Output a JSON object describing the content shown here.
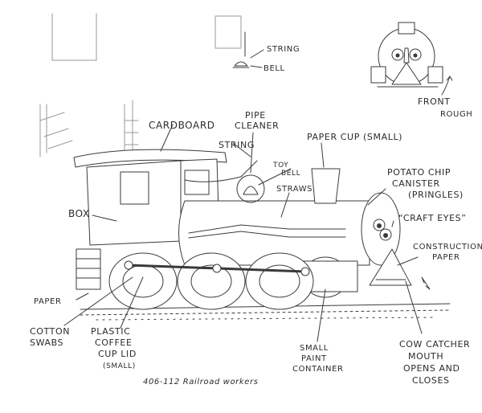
{
  "labels": {
    "string_top": "STRING",
    "bell_top": "BELL",
    "front": "FRONT",
    "rough": "ROUGH",
    "cardboard": "CARDBOARD",
    "pipe": "PIPE",
    "cleaner": "CLEANER",
    "string": "STRING",
    "toy": "TOY",
    "bell": "BELL",
    "straws": "STRAWS",
    "paper_cup": "PAPER CUP (SMALL)",
    "potato_chip": "POTATO CHIP",
    "canister": "CANISTER",
    "pringles": "(PRINGLES)",
    "box": "BOX",
    "craft_eyes": "“CRAFT EYES”",
    "construction": "CONSTRUCTION",
    "paper_right": "PAPER",
    "paper_left": "PAPER",
    "cotton": "COTTON",
    "swabs": "SWABS",
    "plastic": "PLASTIC",
    "coffee": "COFFEE",
    "cup_lid": "CUP LID",
    "small_lid": "(SMALL)",
    "small": "SMALL",
    "paint": "PAINT",
    "container": "CONTAINER",
    "cow_catcher": "COW CATCHER",
    "mouth": "MOUTH",
    "opens_and": "OPENS AND",
    "closes": "CLOSES",
    "caption": "406-112  Railroad workers"
  },
  "colors": {
    "ink": "#3a3a3a",
    "paper": "#ffffff",
    "text": "#2b2b2b"
  }
}
